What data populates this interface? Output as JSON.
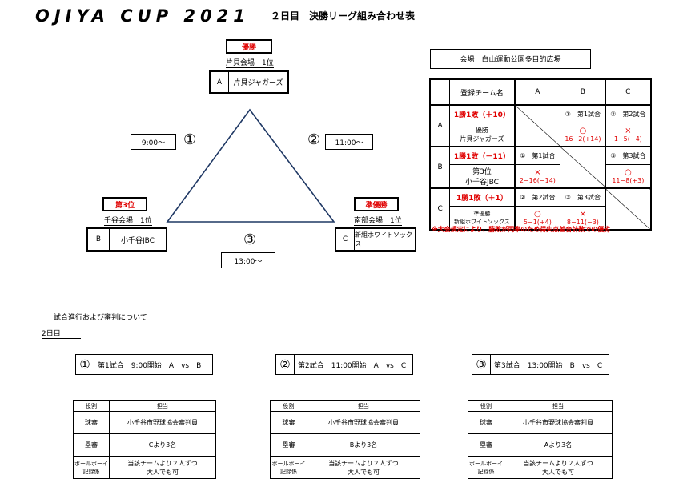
{
  "header": {
    "logo": "OJIYA CUP 2021",
    "title": "２日目　決勝リーグ組み合わせ表"
  },
  "bracket": {
    "top": {
      "rank": "優勝",
      "venue": "片貝会場　1位",
      "letter": "A",
      "team": "片貝ジャガーズ"
    },
    "left": {
      "rank": "第3位",
      "venue": "千谷会場　1位",
      "letter": "B",
      "team": "小千谷JBC"
    },
    "right": {
      "rank": "準優勝",
      "venue": "南部会場　1位",
      "letter": "C",
      "team": "新組ホワイトソックス"
    },
    "games": [
      {
        "num": "①",
        "time": "9:00～"
      },
      {
        "num": "②",
        "time": "11:00～"
      },
      {
        "num": "③",
        "time": "13:00～"
      }
    ]
  },
  "venue": "会場　白山運動公園多目的広場",
  "results": {
    "header": [
      "登録チーム名",
      "A",
      "B",
      "C"
    ],
    "rows": [
      {
        "letter": "A",
        "record": "1勝1敗（＋10）",
        "info": "優勝",
        "team": "片貝ジャガーズ",
        "cells": [
          {
            "game": "",
            "mark": "",
            "score": ""
          },
          {
            "game": "①　第1試合",
            "mark": "○",
            "score": "16−2(+14)"
          },
          {
            "game": "②　第2試合",
            "mark": "×",
            "score": "1−5(−4)"
          }
        ]
      },
      {
        "letter": "B",
        "record": "1勝1敗（－11）",
        "info": "第3位",
        "team": "小千谷JBC",
        "cells": [
          {
            "game": "①　第1試合",
            "mark": "×",
            "score": "2−16(−14)"
          },
          {
            "game": "",
            "mark": "",
            "score": ""
          },
          {
            "game": "③　第3試合",
            "mark": "○",
            "score": "11−8(+3)"
          }
        ]
      },
      {
        "letter": "C",
        "record": "1勝1敗（＋1）",
        "info": "準優勝",
        "team": "新組ホワイトソックス",
        "cells": [
          {
            "game": "②　第2試合",
            "mark": "○",
            "score": "5−1(+4)"
          },
          {
            "game": "③　第3試合",
            "mark": "×",
            "score": "8−11(−3)"
          },
          {
            "game": "",
            "mark": "",
            "score": ""
          }
        ]
      }
    ],
    "note": "※大会規定により、勝敗が同率のため得失点差合計数での優劣"
  },
  "referee_section": {
    "title": "試合進行および審判について",
    "day": "2日目"
  },
  "matches": [
    {
      "num": "①",
      "label": "第1試合　9:00開始　A　vs　B",
      "ref_header": [
        "役割",
        "担当"
      ],
      "refs": [
        {
          "role": "球審",
          "who": "小千谷市野球協会審判員"
        },
        {
          "role": "塁審",
          "who": "Cより3名"
        },
        {
          "role": "ボールボーイ\n記録係",
          "who": "当該チームより２人ずつ\n大人でも可"
        }
      ]
    },
    {
      "num": "②",
      "label": "第2試合　11:00開始　A　vs　C",
      "ref_header": [
        "役割",
        "担当"
      ],
      "refs": [
        {
          "role": "球審",
          "who": "小千谷市野球協会審判員"
        },
        {
          "role": "塁審",
          "who": "Bより3名"
        },
        {
          "role": "ボールボーイ\n記録係",
          "who": "当該チームより２人ずつ\n大人でも可"
        }
      ]
    },
    {
      "num": "③",
      "label": "第3試合　13:00開始　B　vs　C",
      "ref_header": [
        "役割",
        "担当"
      ],
      "refs": [
        {
          "role": "球審",
          "who": "小千谷市野球協会審判員"
        },
        {
          "role": "塁審",
          "who": "Aより3名"
        },
        {
          "role": "ボールボーイ\n記録係",
          "who": "当該チームより２人ずつ\n大人でも可"
        }
      ]
    }
  ]
}
